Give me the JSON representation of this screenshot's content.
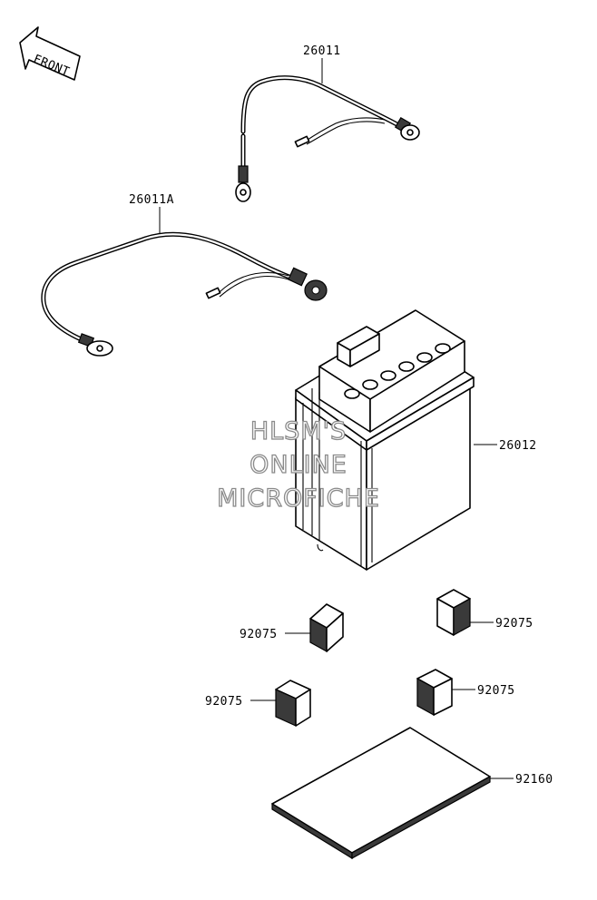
{
  "front_arrow": {
    "label": "FRONT"
  },
  "callouts": [
    {
      "id": "cable-positive",
      "label": "26011"
    },
    {
      "id": "cable-negative",
      "label": "26011A"
    },
    {
      "id": "battery",
      "label": "26012"
    },
    {
      "id": "pad-left-upper",
      "label": "92075"
    },
    {
      "id": "pad-right-upper",
      "label": "92075"
    },
    {
      "id": "pad-left-lower",
      "label": "92075"
    },
    {
      "id": "pad-right-lower",
      "label": "92075"
    },
    {
      "id": "mat",
      "label": "92160"
    }
  ],
  "watermark": {
    "line1": "HLSM'S",
    "line2": "ONLINE",
    "line3": "MICROFICHE"
  }
}
